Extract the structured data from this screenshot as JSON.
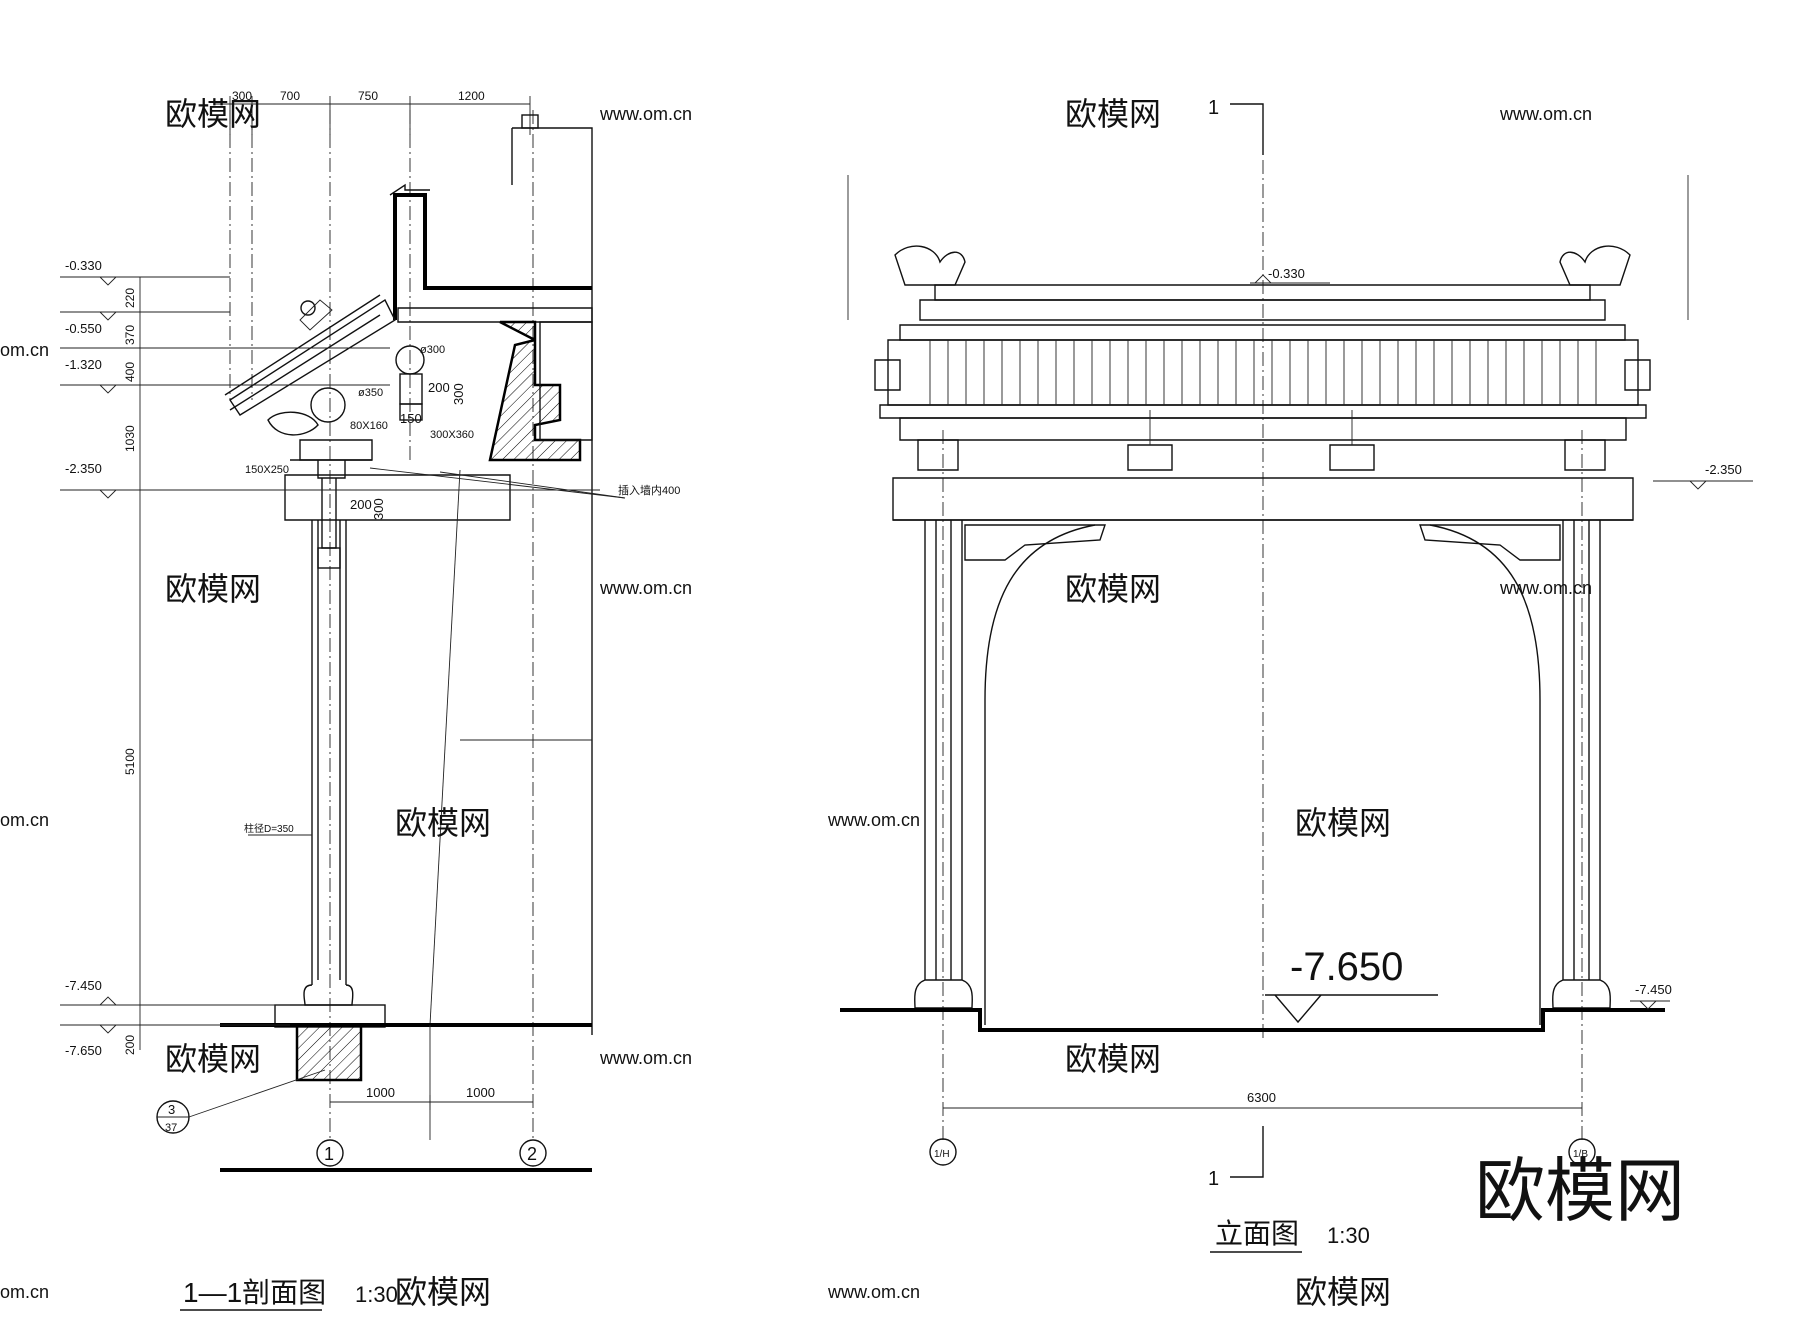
{
  "section": {
    "dims_top": [
      "300",
      "700",
      "750",
      "1200"
    ],
    "levels": [
      "-0.330",
      "-0.550",
      "-1.320",
      "-2.350",
      "-7.450",
      "-7.650"
    ],
    "dims_side": [
      "220",
      "370",
      "400",
      "1030",
      "5100",
      "200"
    ],
    "labels": {
      "d300": "ø300",
      "d350": "ø350",
      "b80": "80X160",
      "b300": "300X360",
      "b150": "150X250",
      "n200a": "200",
      "n300a": "300",
      "n150": "150",
      "n200b": "200",
      "n300b": "300",
      "insert": "插入墙内400",
      "column": "柱径D=350"
    },
    "dims_bottom": [
      "1000",
      "1000"
    ],
    "axis_1": "1",
    "axis_2": "2",
    "detail_top": "3",
    "detail_bottom": "37",
    "title": "1—1剖面图",
    "scale": "1:30"
  },
  "elevation": {
    "cut_top": "1",
    "cut_bottom": "1",
    "level_roof": "-0.330",
    "level_beam": "-2.350",
    "level_base": "-7.450",
    "level_floor": "-7.650",
    "span": "6300",
    "axis_left": "1/H",
    "axis_right": "1/B",
    "title": "立面图",
    "scale": "1:30"
  },
  "watermarks": {
    "cn": "欧模网",
    "url": "www.om.cn",
    "url_short": "om.cn",
    "big": "欧模网"
  }
}
